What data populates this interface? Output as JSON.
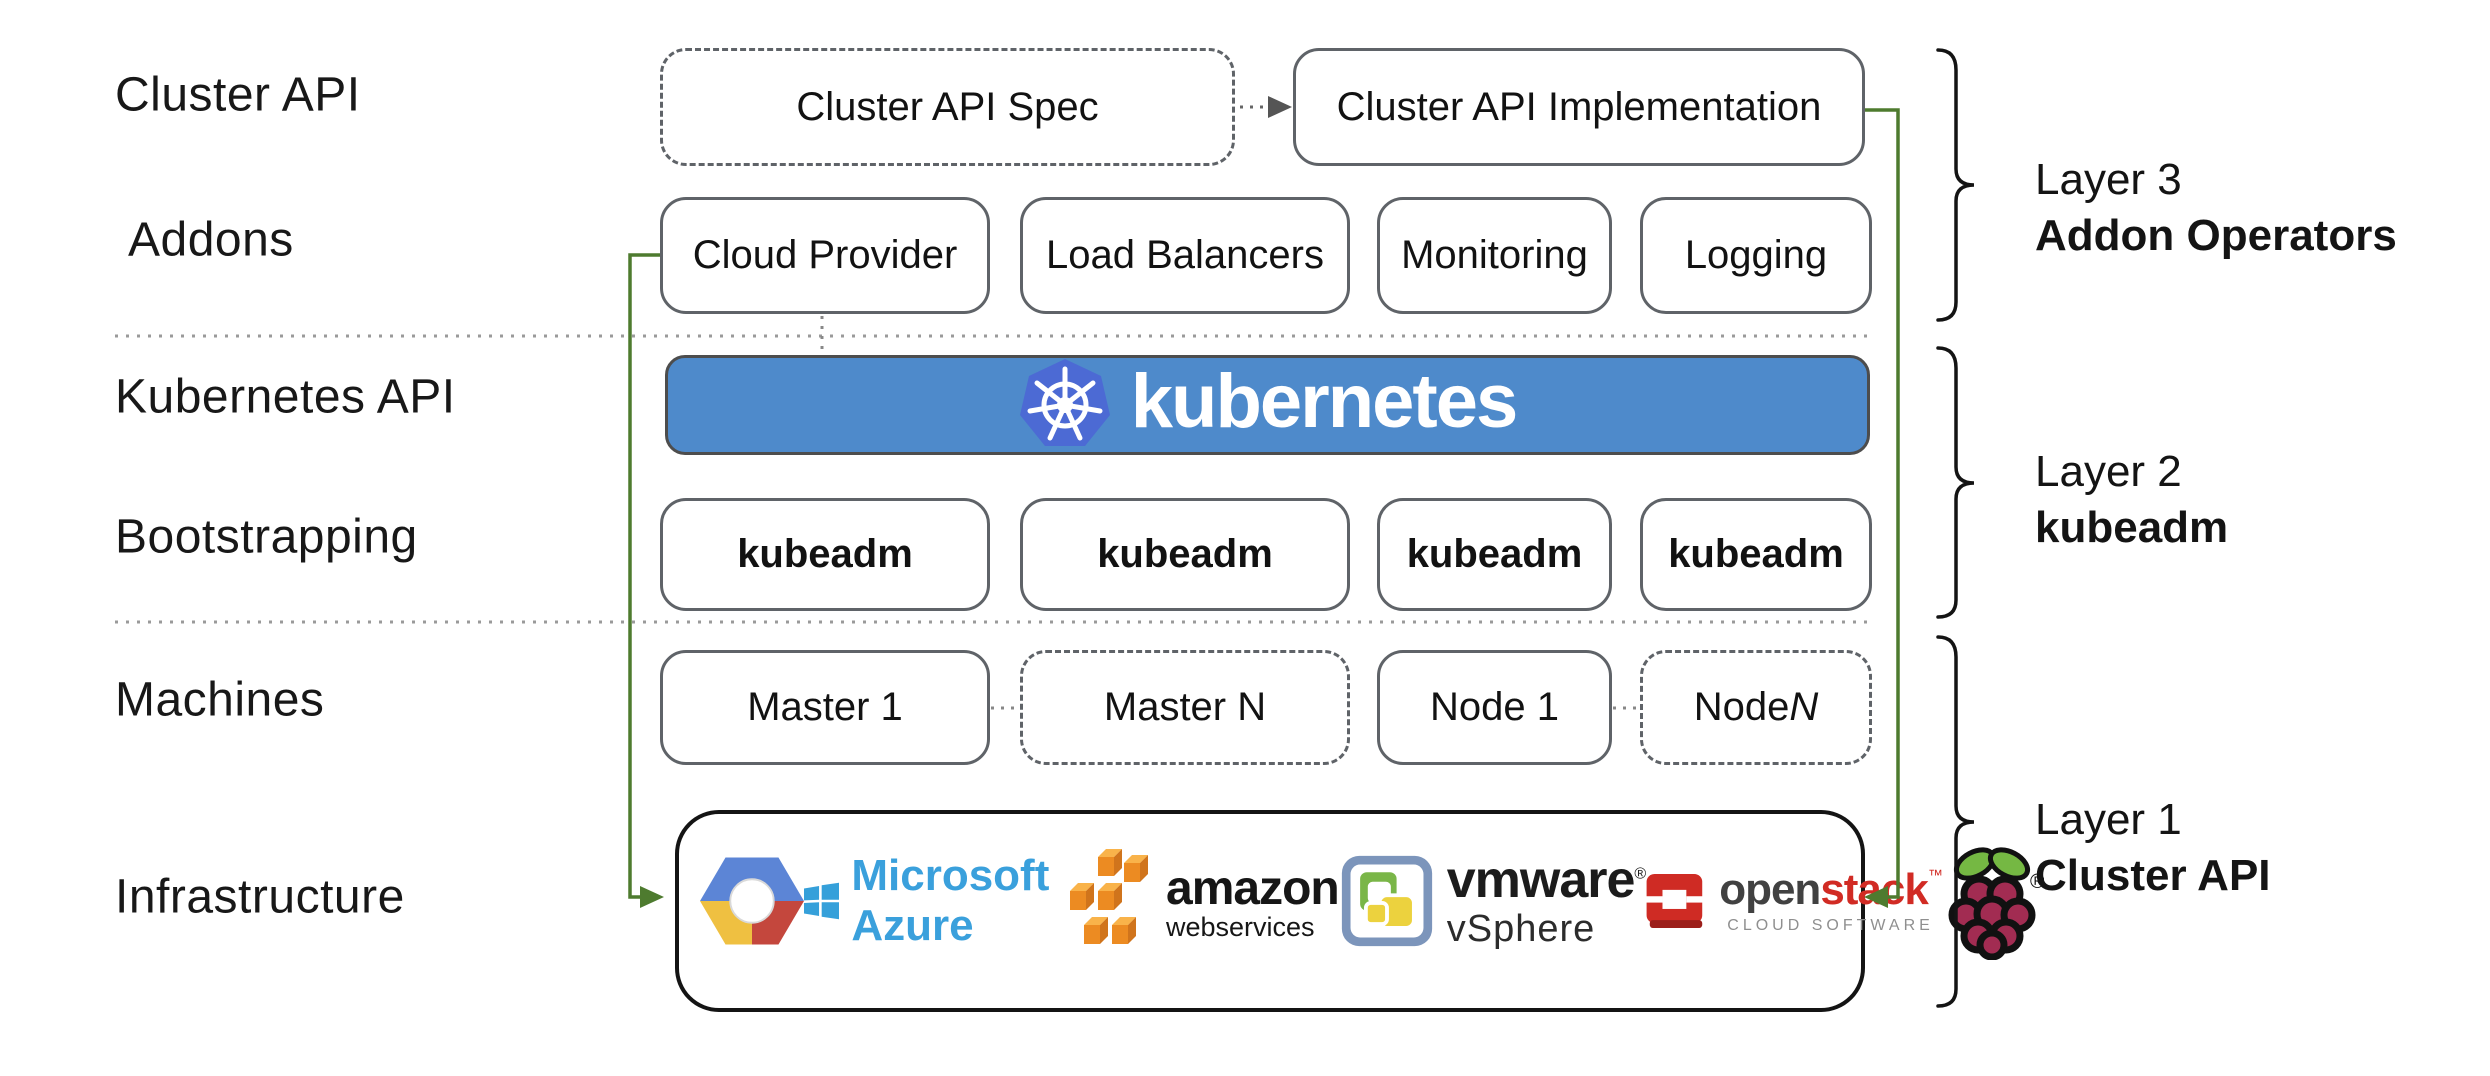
{
  "diagram": {
    "row_labels": [
      {
        "label": "Cluster API"
      },
      {
        "label": "Addons"
      },
      {
        "label": "Kubernetes API"
      },
      {
        "label": "Bootstrapping"
      },
      {
        "label": "Machines"
      },
      {
        "label": "Infrastructure"
      }
    ],
    "cluster_api_row": {
      "spec": "Cluster API Spec",
      "implementation": "Cluster API Implementation"
    },
    "addons_row": [
      "Cloud Provider",
      "Load Balancers",
      "Monitoring",
      "Logging"
    ],
    "kubernetes_banner": {
      "text": "kubernetes"
    },
    "bootstrapping_row": [
      "kubeadm",
      "kubeadm",
      "kubeadm",
      "kubeadm"
    ],
    "machines_row": {
      "master1": "Master 1",
      "masterN": "Master N",
      "node1": "Node 1",
      "nodeN_prefix": "Node ",
      "nodeN_n": "N"
    },
    "infrastructure": {
      "azure_text": "Microsoft Azure",
      "amazon_text": "amazon",
      "amazon_sub": "webservices",
      "vmware_text": "vmware",
      "vmware_reg": "®",
      "vmware_sub": "vSphere",
      "openstack_open": "open",
      "openstack_stack": "stack",
      "openstack_tm": "™",
      "openstack_sub": "CLOUD SOFTWARE",
      "rpi_reg": "®"
    },
    "layers": [
      {
        "line1": "Layer 3",
        "line2": "Addon Operators"
      },
      {
        "line1": "Layer 2",
        "line2": "kubeadm"
      },
      {
        "line1": "Layer 1",
        "line2": "Cluster API"
      }
    ],
    "colors": {
      "banner_blue": "#4e8acb",
      "k8s_logo_blue": "#4c6ad4",
      "connector_green": "#4e7b2f",
      "box_border_gray": "#5f6368",
      "openstack_red": "#d12b24",
      "azure_blue": "#35a0da",
      "aws_orange": "#ec8b22",
      "raspberry_crimson": "#a22c52",
      "leaf_green": "#75b843"
    }
  }
}
